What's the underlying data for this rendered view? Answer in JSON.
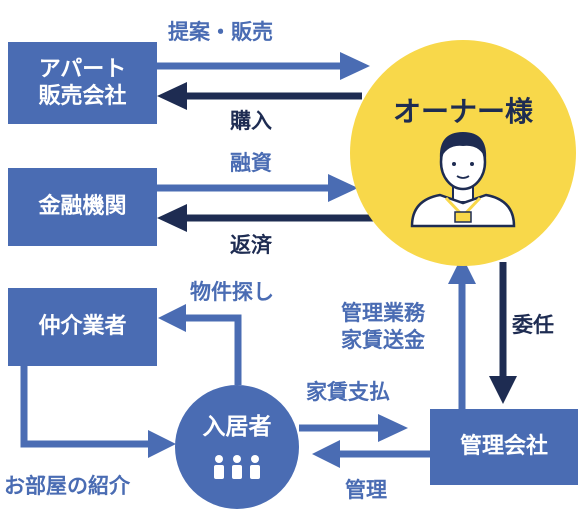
{
  "nodes": {
    "apart_line1": "アパート",
    "apart_line2": "販売会社",
    "finance": "金融機関",
    "broker": "仲介業者",
    "management": "管理会社",
    "owner": "オーナー様",
    "tenant": "入居者"
  },
  "edges": {
    "proposal_sales": "提案・販売",
    "purchase": "購入",
    "financing": "融資",
    "repayment": "返済",
    "commission": "委任",
    "mgmt_line1": "管理業務",
    "mgmt_line2": "家賃送金",
    "property_search": "物件探し",
    "room_intro": "お部屋の紹介",
    "rent_payment": "家賃支払",
    "management": "管理"
  },
  "colors": {
    "blue": "#4a6cb3",
    "navy": "#1e2c52",
    "yellow": "#f8d84a"
  }
}
